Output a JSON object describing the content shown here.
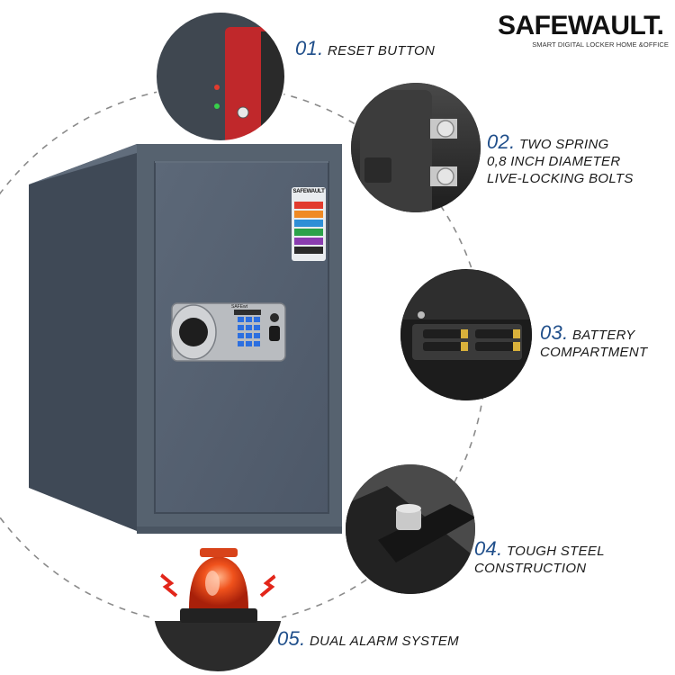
{
  "brand": {
    "name_prefix": "SAFEW",
    "name_suffix": "AULT.",
    "tagline": "SMART DIGITAL LOCKER HOME &OFFICE"
  },
  "features": [
    {
      "number": "01.",
      "lines": [
        "RESET BUTTON"
      ]
    },
    {
      "number": "02.",
      "lines": [
        "TWO SPRING",
        "0,8 INCH DIAMETER",
        "LIVE-LOCKING BOLTS"
      ]
    },
    {
      "number": "03.",
      "lines": [
        "BATTERY",
        "COMPARTMENT"
      ]
    },
    {
      "number": "04.",
      "lines": [
        "TOUGH STEEL",
        "CONSTRUCTION"
      ]
    },
    {
      "number": "05.",
      "lines": [
        "DUAL ALARM SYSTEM"
      ]
    }
  ],
  "safe": {
    "door_label_brand": "SAFEWAULT",
    "keypad_brand": "SAFEwt"
  },
  "colors": {
    "safe_body": "#54606f",
    "safe_side": "#3f4956",
    "accent_blue": "#1f4e8a",
    "reset_red": "#c0282b",
    "alarm_orange": "#f0521c"
  }
}
